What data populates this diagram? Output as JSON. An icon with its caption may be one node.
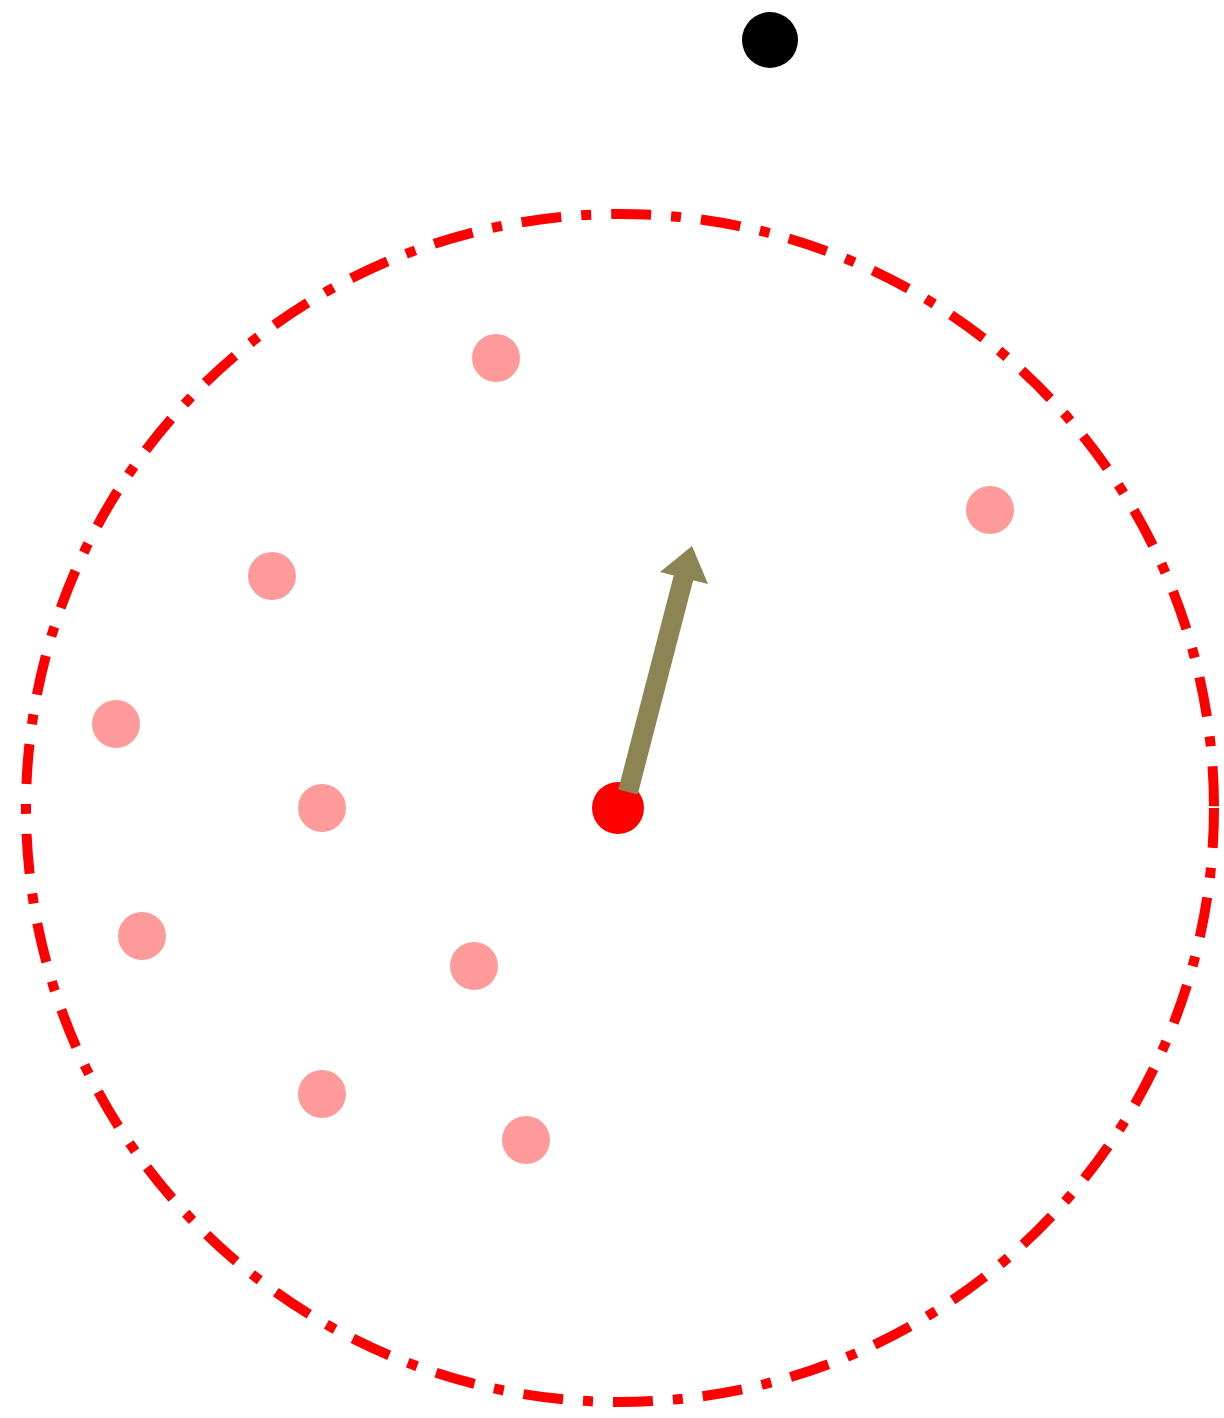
{
  "diagram": {
    "nodes": [
      {
        "text": [],
        "shape": "circle"
      },
      {
        "text": [],
        "shape": "circle"
      },
      {
        "text": [],
        "shape": "circle",
        "in": 1
      },
      {
        "text": [],
        "shape": "circle",
        "in": 1
      },
      {
        "text": [],
        "shape": "circle",
        "in": 1
      },
      {
        "text": [],
        "shape": "circle",
        "in": 1
      },
      {
        "text": [],
        "shape": "circle",
        "in": 1
      },
      {
        "text": [],
        "shape": "circle",
        "in": 1
      },
      {
        "text": [],
        "shape": "circle",
        "in": 1
      },
      {
        "text": [],
        "shape": "circle",
        "in": 1
      },
      {
        "text": [],
        "shape": "circle",
        "in": 1
      },
      {
        "text": [],
        "shape": "circle",
        "in": 1
      }
    ]
  }
}
